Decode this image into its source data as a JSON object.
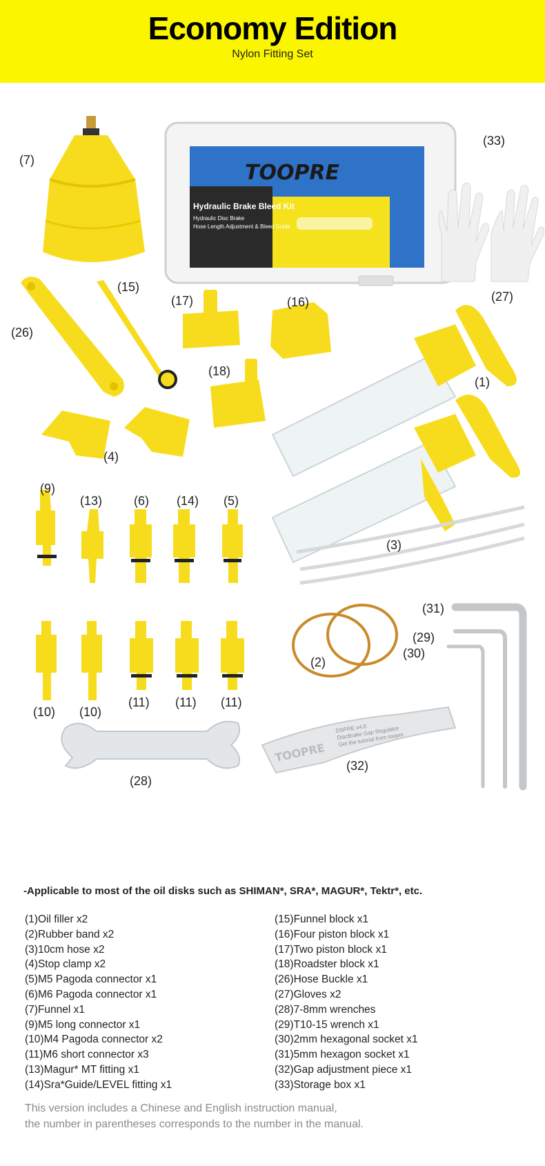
{
  "header": {
    "title": "Economy Edition",
    "subtitle": "Nylon Fitting Set"
  },
  "box": {
    "brand": "TOOPRE",
    "product": "Hydraulic Brake Bleed Kit",
    "line1": "Hydraulic Disc Brake",
    "line2": "Hose Length Adjustment & Bleed Guide"
  },
  "gap_regulator": {
    "brand": "TOOPRE",
    "text1": "DSPRE v4.0",
    "text2": "DiscBrake Gap Regulator",
    "text3": "Get the tutorial from toopre"
  },
  "labels": {
    "l7": "(7)",
    "l33": "(33)",
    "l27": "(27)",
    "l15": "(15)",
    "l26": "(26)",
    "l17": "(17)",
    "l16": "(16)",
    "l18": "(18)",
    "l1": "(1)",
    "l4": "(4)",
    "l9": "(9)",
    "l13": "(13)",
    "l6": "(6)",
    "l14": "(14)",
    "l5": "(5)",
    "l3": "(3)",
    "l31": "(31)",
    "l29": "(29)",
    "l30": "(30)",
    "l2": "(2)",
    "l10a": "(10)",
    "l10b": "(10)",
    "l11a": "(11)",
    "l11b": "(11)",
    "l11c": "(11)",
    "l28": "(28)",
    "l32": "(32)"
  },
  "note": "-Applicable to most of the oil disks such as SHIMAN*, SRA*, MAGUR*, Tektr*, etc.",
  "parts_left": [
    "(1)Oil filler x2",
    "(2)Rubber band x2",
    "(3)10cm hose x2",
    "(4)Stop clamp x2",
    "(5)M5 Pagoda connector x1",
    "(6)M6 Pagoda connector x1",
    "(7)Funnel x1",
    "(9)M5 long connector x1",
    "(10)M4 Pagoda connector x2",
    "(11)M6 short connector x3",
    "(13)Magur* MT fitting x1",
    "(14)Sra*Guide/LEVEL fitting x1"
  ],
  "parts_right": [
    "(15)Funnel block x1",
    "(16)Four piston block x1",
    "(17)Two piston block x1",
    "(18)Roadster block x1",
    "(26)Hose Buckle x1",
    "(27)Gloves x2",
    "(28)7-8mm wrenches",
    "(29)T10-15 wrench x1",
    "(30)2mm hexagonal socket x1",
    "(31)5mm hexagon socket x1",
    "(32)Gap adjustment piece x1",
    "(33)Storage box x1"
  ],
  "footer": {
    "line1": "This version includes a Chinese and English instruction manual,",
    "line2": "the number in parentheses corresponds to the number in the manual."
  },
  "colors": {
    "banner": "#fbf600",
    "part_yellow": "#f7dc1e",
    "box_blue": "#2f73c9"
  }
}
